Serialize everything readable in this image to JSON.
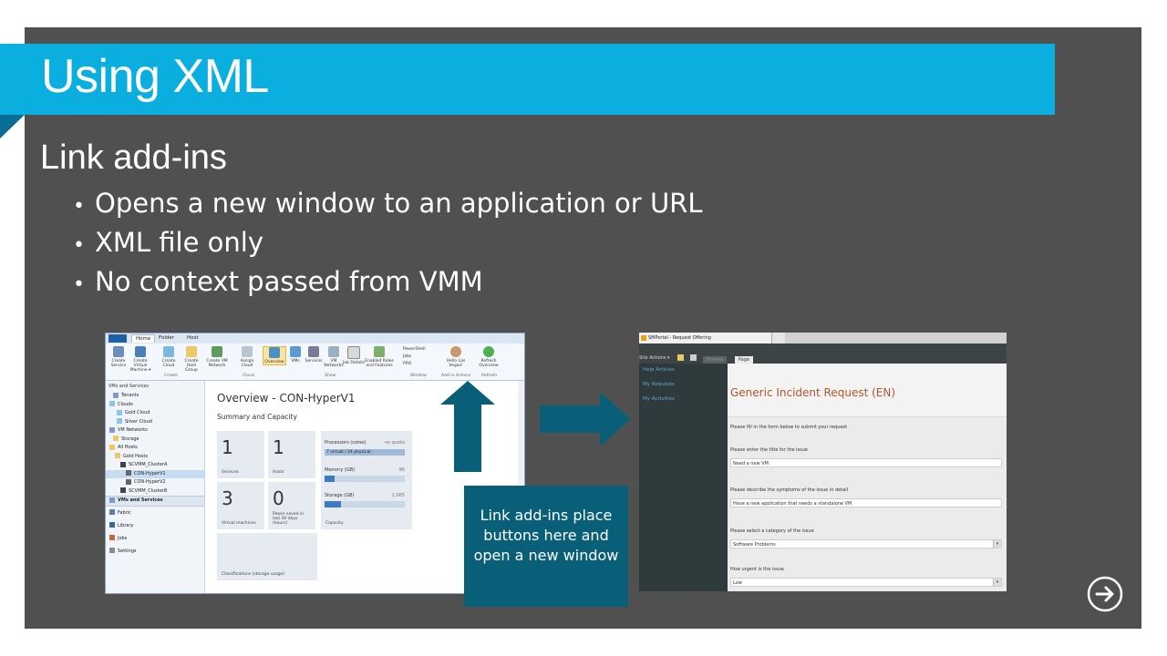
{
  "slide": {
    "title": "Using XML",
    "subheading": "Link add-ins",
    "bullets": [
      "Opens a new window to an application or URL",
      "XML file only",
      "No context passed from VMM"
    ],
    "callout": "Link add-ins place buttons here and open a new window",
    "colors": {
      "title_bar": "#0aafe0",
      "background": "#505050",
      "callout": "#0a5f78",
      "arrow": "#0a5f78"
    }
  },
  "vmm": {
    "tabs": [
      "Home",
      "Folder",
      "Host"
    ],
    "ribbon_buttons": [
      "Create Service",
      "Create Virtual Machine ▾",
      "Create Cloud",
      "Create Host Group",
      "Create VM Network",
      "Assign Cloud",
      "Overview",
      "VMs",
      "Services",
      "VM Networks",
      "Job Details",
      "Enabled Roles and Features",
      "Hello Las Vegas!",
      "Refresh Overview"
    ],
    "window_items": [
      "PowerShell",
      "Jobs",
      "PRO"
    ],
    "groups": [
      "Create",
      "Cloud",
      "Show",
      "Window",
      "Add-in Actions",
      "Refresh"
    ],
    "nav_header": "VMs and Services",
    "nav_items": [
      "Tenants",
      "Clouds",
      "Gold Cloud",
      "Silver Cloud",
      "VM Networks",
      "Storage",
      "All Hosts",
      "Gold Hosts",
      "SCVMM_ClusterA",
      "CON-HyperV1",
      "CON-HyperV2",
      "SCVMM_ClusterB"
    ],
    "workspaces": [
      "VMs and Services",
      "Fabric",
      "Library",
      "Jobs",
      "Settings"
    ],
    "overview_title": "Overview - CON-HyperV1",
    "overview_subtitle": "Summary and Capacity",
    "tiles": {
      "services": {
        "value": "1",
        "label": "Services"
      },
      "hosts": {
        "value": "1",
        "label": "Hosts"
      },
      "vms": {
        "value": "3",
        "label": "Virtual machines"
      },
      "power": {
        "value": "0",
        "label": "Power saved in last 30 days (hours)"
      }
    },
    "capacity": {
      "processors_label": "Processors (cores)",
      "processors_value": "no quota",
      "processors_bar": "7 virtual / 24 physical",
      "memory_label": "Memory (GB)",
      "memory_value": "96",
      "memory_fraction": 0.12,
      "storage_label": "Storage (GB)",
      "storage_value": "1,085",
      "storage_fraction": 0.2,
      "capacity_label": "Capacity"
    },
    "classifications": "Classifications (storage usage)"
  },
  "portal": {
    "tab_title": "SMPortal - Request Offering",
    "site_actions": "Site Actions ▾",
    "browse_tab": "Browse",
    "page_tab": "Page",
    "nav_links": [
      "Help Articles",
      "My Requests",
      "My Activities"
    ],
    "form_title": "Generic Incident Request (EN)",
    "intro": "Please fill in the form below to submit your request",
    "q1_label": "Please enter the title for the issue",
    "q1_value": "Need a new VM",
    "q2_label": "Please describe the symptoms of the issue in detail",
    "q2_value": "Have a new application that needs a standalone VM",
    "q3_label": "Please select a category of the issue",
    "q3_value": "Software Problems",
    "q4_label": "How urgent is the issue",
    "q4_value": "Low"
  }
}
